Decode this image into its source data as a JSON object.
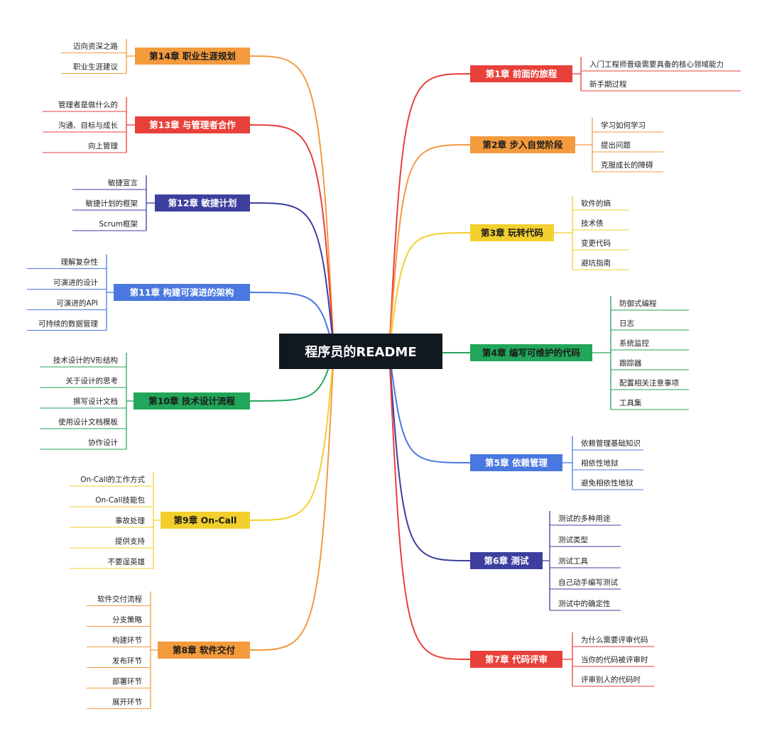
{
  "root": {
    "label": "程序员的README",
    "color": "#101820"
  },
  "chapters": [
    {
      "side": "right",
      "label": "第1章 前面的旅程",
      "color": "#e8403a",
      "text_dark": false,
      "items": [
        "入门工程师晋级需要具备的核心领域能力",
        "新手期过程"
      ]
    },
    {
      "side": "right",
      "label": "第2章 步入自觉阶段",
      "color": "#f39a3d",
      "text_dark": true,
      "items": [
        "学习如何学习",
        "提出问题",
        "克服成长的障碍"
      ]
    },
    {
      "side": "right",
      "label": "第3章 玩转代码",
      "color": "#f3cf2e",
      "text_dark": true,
      "items": [
        "软件的熵",
        "技术债",
        "变更代码",
        "避坑指南"
      ]
    },
    {
      "side": "right",
      "label": "第4章 编写可维护的代码",
      "color": "#22a65a",
      "text_dark": true,
      "items": [
        "防御式编程",
        "日志",
        "系统监控",
        "跟踪器",
        "配置相关注意事项",
        "工具集"
      ]
    },
    {
      "side": "right",
      "label": "第5章 依赖管理",
      "color": "#4a78e0",
      "text_dark": false,
      "items": [
        "依赖管理基础知识",
        "相依性地狱",
        "避免相依性地狱"
      ]
    },
    {
      "side": "right",
      "label": "第6章 测试",
      "color": "#3d3f9e",
      "text_dark": false,
      "items": [
        "测试的多种用途",
        "测试类型",
        "测试工具",
        "自己动手编写测试",
        "测试中的确定性"
      ]
    },
    {
      "side": "right",
      "label": "第7章 代码评审",
      "color": "#e8403a",
      "text_dark": false,
      "items": [
        "为什么需要评审代码",
        "当你的代码被评审时",
        "评审别人的代码时"
      ]
    },
    {
      "side": "left",
      "label": "第14章 职业生涯规划",
      "color": "#f39a3d",
      "text_dark": true,
      "items": [
        "迈向资深之路",
        "职业生涯建议"
      ]
    },
    {
      "side": "left",
      "label": "第13章 与管理者合作",
      "color": "#e8403a",
      "text_dark": false,
      "items": [
        "管理者是做什么的",
        "沟通、目标与成长",
        "向上管理"
      ]
    },
    {
      "side": "left",
      "label": "第12章 敏捷计划",
      "color": "#3d3f9e",
      "text_dark": false,
      "items": [
        "敏捷宣言",
        "敏捷计划的框架",
        "Scrum框架"
      ]
    },
    {
      "side": "left",
      "label": "第11章 构建可演进的架构",
      "color": "#4a78e0",
      "text_dark": false,
      "items": [
        "理解复杂性",
        "可演进的设计",
        "可演进的API",
        "可持续的数据管理"
      ]
    },
    {
      "side": "left",
      "label": "第10章 技术设计流程",
      "color": "#22a65a",
      "text_dark": true,
      "items": [
        "技术设计的V形结构",
        "关于设计的思考",
        "撰写设计文档",
        "使用设计文档模板",
        "协作设计"
      ]
    },
    {
      "side": "left",
      "label": "第9章 On-Call",
      "color": "#f3cf2e",
      "text_dark": true,
      "items": [
        "On-Call的工作方式",
        "On-Call技能包",
        "事故处理",
        "提供支持",
        "不要逞英雄"
      ]
    },
    {
      "side": "left",
      "label": "第8章 软件交付",
      "color": "#f39a3d",
      "text_dark": true,
      "items": [
        "软件交付流程",
        "分支策略",
        "构建环节",
        "发布环节",
        "部署环节",
        "展开环节"
      ]
    }
  ]
}
